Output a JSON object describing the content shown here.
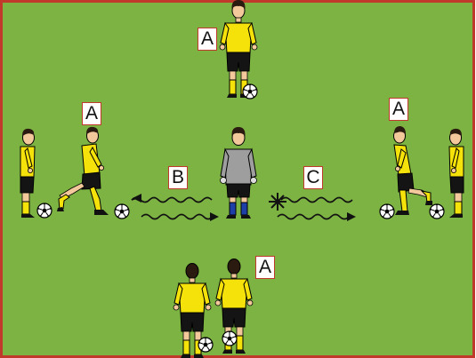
{
  "colors": {
    "pitch": "#7cb342",
    "border": "#c0392b",
    "jersey": "#f5e20a",
    "shorts": "#141414",
    "keeper_shirt": "#9e9e9e",
    "keeper_socks": "#1f3fa8",
    "skin": "#f3c89b",
    "hair": "#2a1a10",
    "arrow": "#111111"
  },
  "labels": {
    "top": "A",
    "left": "A",
    "right": "A",
    "bottom": "A",
    "pass_b": "B",
    "pass_c": "C"
  },
  "figures": {
    "attackers": [
      "yellow-player"
    ],
    "goalkeeper": "grey-goalkeeper",
    "ball": "soccer-ball"
  }
}
